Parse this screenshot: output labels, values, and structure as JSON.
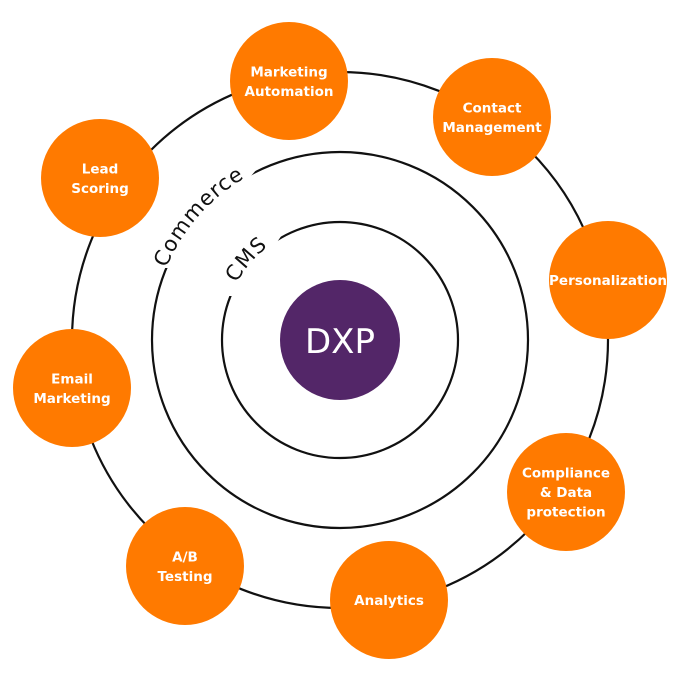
{
  "diagram": {
    "core": {
      "label": "DXP",
      "color": "#532668"
    },
    "rings": [
      {
        "label": "CMS"
      },
      {
        "label": "Commerce"
      },
      {
        "label": ""
      }
    ],
    "node_color": "#FF7A00",
    "text_color": "#FFFFFF",
    "line_color": "#111111",
    "nodes": [
      {
        "id": "marketing-automation",
        "lines": [
          "Marketing",
          "Automation"
        ]
      },
      {
        "id": "contact-management",
        "lines": [
          "Contact",
          "Management"
        ]
      },
      {
        "id": "personalization",
        "lines": [
          "Personalization"
        ]
      },
      {
        "id": "compliance-data-protection",
        "lines": [
          "Compliance",
          "& Data",
          "protection"
        ]
      },
      {
        "id": "analytics",
        "lines": [
          "Analytics"
        ]
      },
      {
        "id": "ab-testing",
        "lines": [
          "A/B",
          "Testing"
        ]
      },
      {
        "id": "email-marketing",
        "lines": [
          "Email",
          "Marketing"
        ]
      },
      {
        "id": "lead-scoring",
        "lines": [
          "Lead",
          "Scoring"
        ]
      }
    ]
  }
}
